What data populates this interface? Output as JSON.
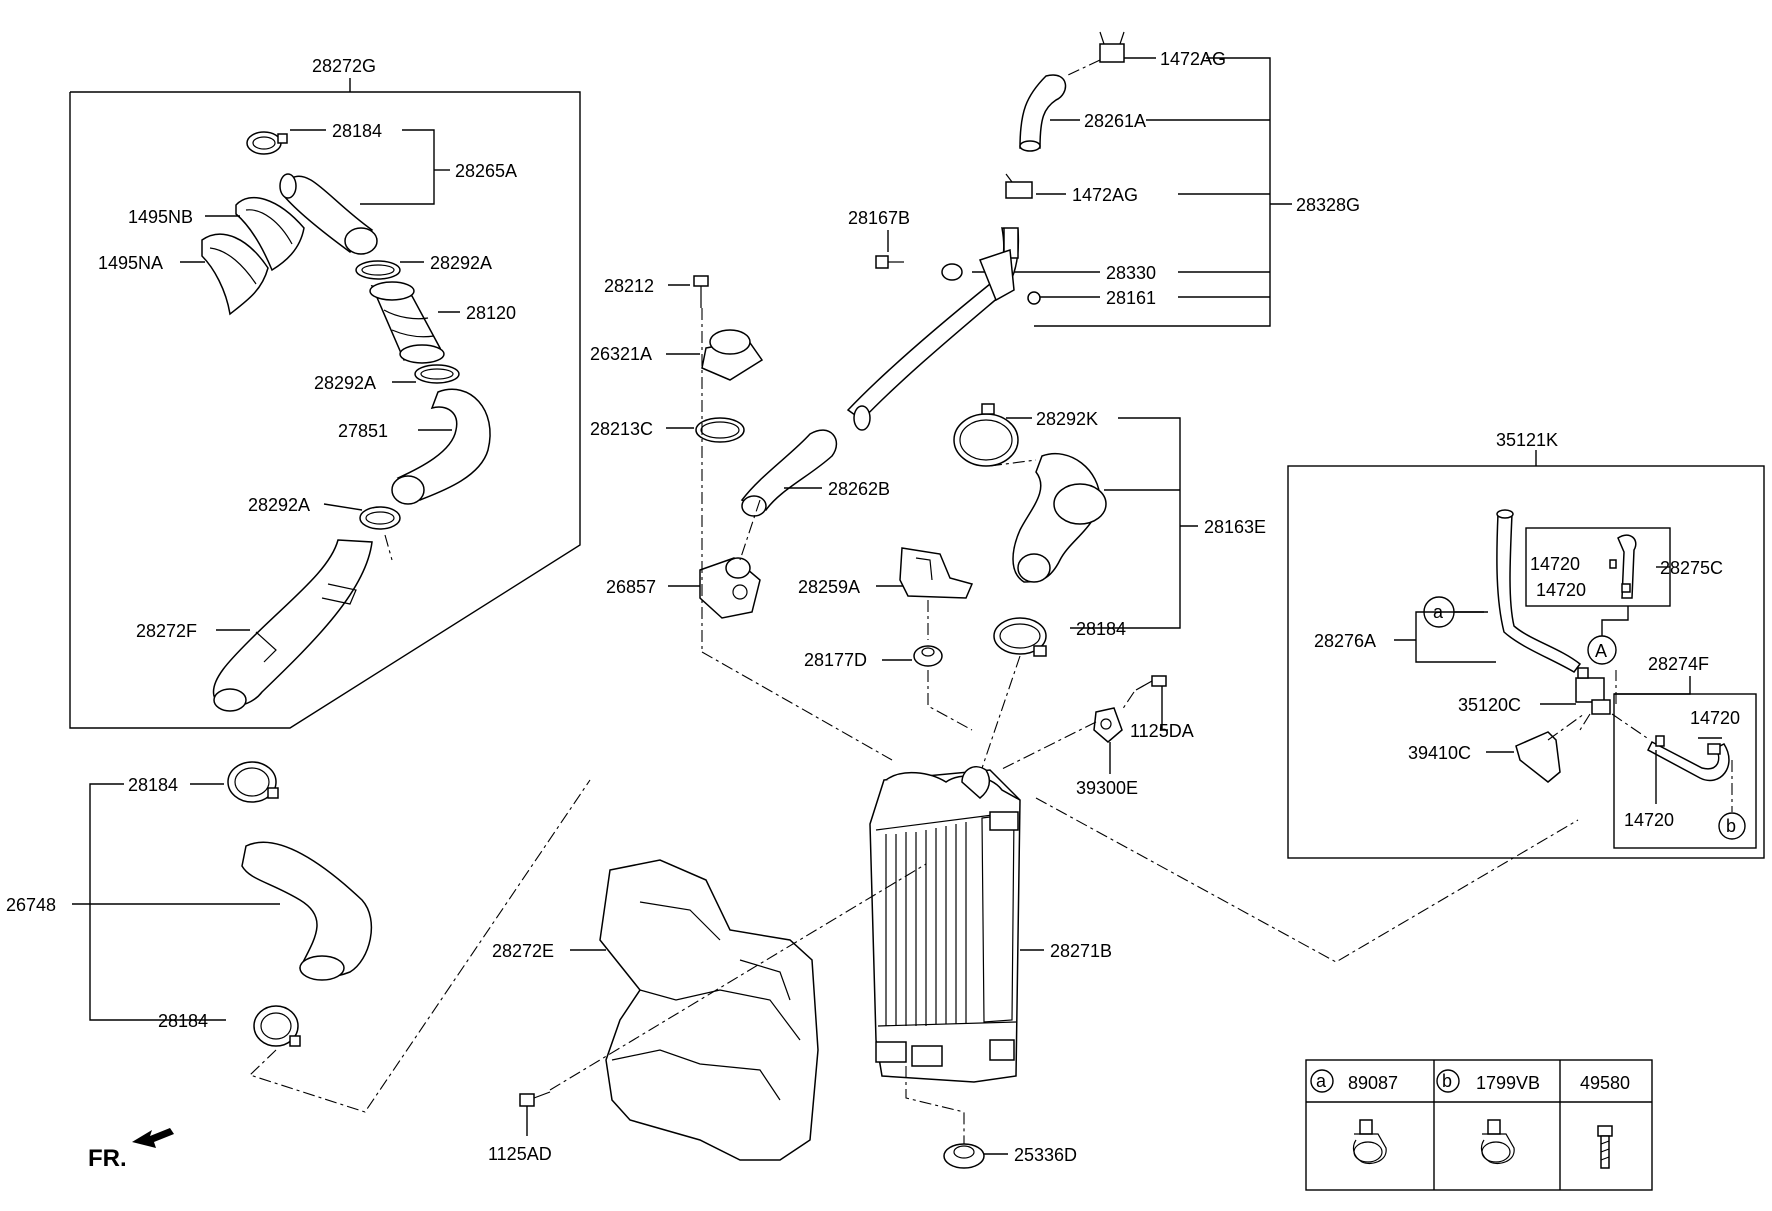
{
  "labels": {
    "g28272G": "28272G",
    "l28184_top": "28184",
    "l28265A": "28265A",
    "l1495NB": "1495NB",
    "l1495NA": "1495NA",
    "l28292A_1": "28292A",
    "l28120": "28120",
    "l28292A_2": "28292A",
    "l27851": "27851",
    "l28292A_3": "28292A",
    "l28272F": "28272F",
    "l28184_l1": "28184",
    "l26748": "26748",
    "l28184_l2": "28184",
    "l1472AG_1": "1472AG",
    "l28261A": "28261A",
    "l1472AG_2": "1472AG",
    "l28328G": "28328G",
    "l28167B": "28167B",
    "l28330": "28330",
    "l28161": "28161",
    "l28212": "28212",
    "l26321A": "26321A",
    "l28213C": "28213C",
    "l28262B": "28262B",
    "l26857": "26857",
    "l28292K": "28292K",
    "l28163E": "28163E",
    "l28259A": "28259A",
    "l28184_c": "28184",
    "l28177D": "28177D",
    "l1125DA": "1125DA",
    "l39300E": "39300E",
    "l28272E": "28272E",
    "l28271B": "28271B",
    "l1125AD": "1125AD",
    "l25336D": "25336D",
    "l35121K": "35121K",
    "l14720_1": "14720",
    "l14720_2": "14720",
    "l28275C": "28275C",
    "l28276A": "28276A",
    "l28274F": "28274F",
    "l35120C": "35120C",
    "l14720_3": "14720",
    "l39410C": "39410C",
    "l14720_4": "14720",
    "circ_a": "a",
    "circ_A": "A",
    "circ_b": "b",
    "fr": "FR."
  },
  "legend": {
    "col1_key": "a",
    "col1_part": "89087",
    "col2_key": "b",
    "col2_part": "1799VB",
    "col3_part": "49580"
  }
}
